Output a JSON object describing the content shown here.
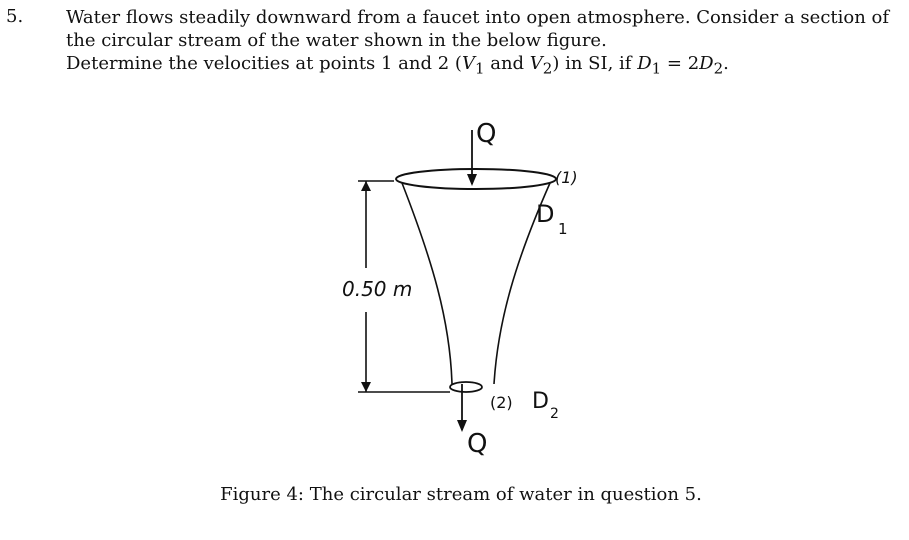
{
  "question": {
    "number": "5.",
    "line1": "Water flows steadily downward from a faucet into open atmosphere. Consider a section of",
    "line2": "the circular stream of the water shown in the below figure.",
    "line3_a": "Determine the velocities at points 1 and 2 (",
    "v1": "V",
    "v1_sub": "1",
    "line3_and": " and ",
    "v2": "V",
    "v2_sub": "2",
    "line3_b": ") in SI, if ",
    "d1": "D",
    "d1_sub": "1",
    "eq": " = 2",
    "d2": "D",
    "d2_sub": "2",
    "line3_end": "."
  },
  "figure": {
    "flow_top": "Q",
    "section1_label": "(1)",
    "d1_label": "D",
    "d1_sub": "1",
    "height_label": "0.50 m",
    "section2_label": "(2)",
    "d2_label": "D",
    "d2_sub": "2",
    "flow_bottom": "Q"
  },
  "caption": "Figure 4: The circular stream of water in question 5."
}
